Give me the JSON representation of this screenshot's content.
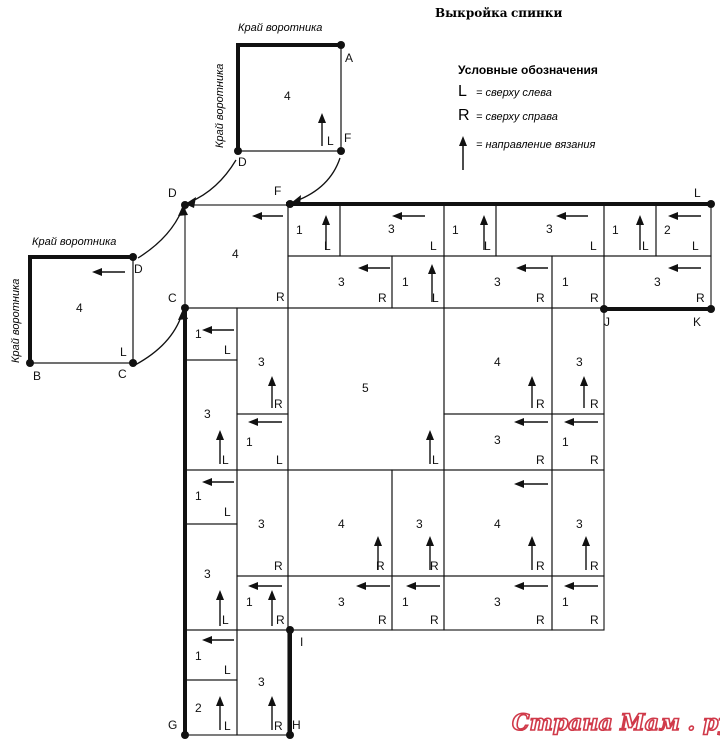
{
  "title": {
    "word1": "Выкройка",
    "word2": "спинки"
  },
  "legend": {
    "heading": "Условные обозначения",
    "items": [
      {
        "symbol": "L",
        "text": "= сверху слева"
      },
      {
        "symbol": "R",
        "text": "= сверху справа"
      },
      {
        "symbol": "",
        "text": "= направление вязания"
      }
    ]
  },
  "collar_label": "Край воротника",
  "points": {
    "A": "A",
    "B": "B",
    "C": "C",
    "D": "D",
    "F": "F",
    "G": "G",
    "H": "H",
    "I": "I",
    "J": "J",
    "K": "K",
    "L": "L"
  },
  "watermark": "Страна Мам . ру",
  "colors": {
    "ink": "#111111",
    "watermark_fill": "#ffffff",
    "watermark_stroke": "#d03a4a"
  }
}
